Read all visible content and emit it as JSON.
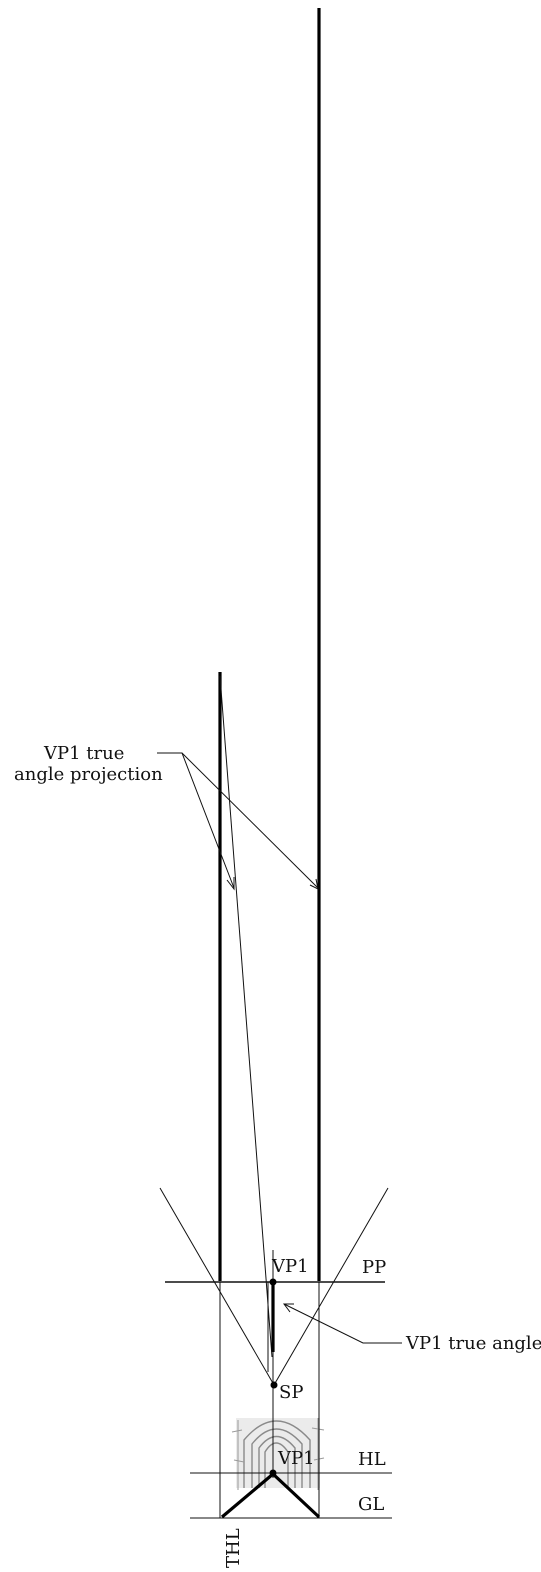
{
  "labels": {
    "annotation_projection_line1": "VP1 true",
    "annotation_projection_line2": "angle projection",
    "vp1_top": "VP1",
    "pp": "PP",
    "annotation_true_angle": "VP1 true angle",
    "sp": "SP",
    "vp1_bottom": "VP1",
    "hl": "HL",
    "gl": "GL",
    "thl": "THL"
  }
}
